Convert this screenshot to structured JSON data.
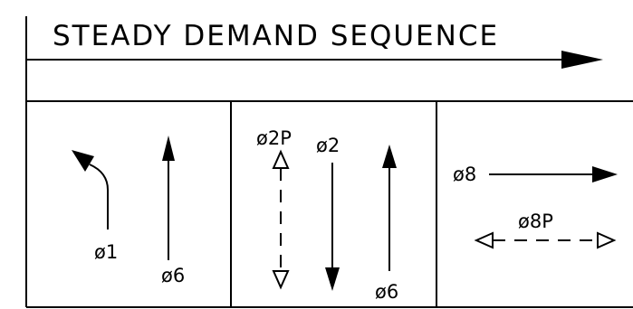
{
  "title": "STEADY DEMAND SEQUENCE",
  "phases": {
    "p1": "ø1",
    "p6_a": "ø6",
    "p2p": "ø2P",
    "p2": "ø2",
    "p6_b": "ø6",
    "p8": "ø8",
    "p8p": "ø8P"
  }
}
